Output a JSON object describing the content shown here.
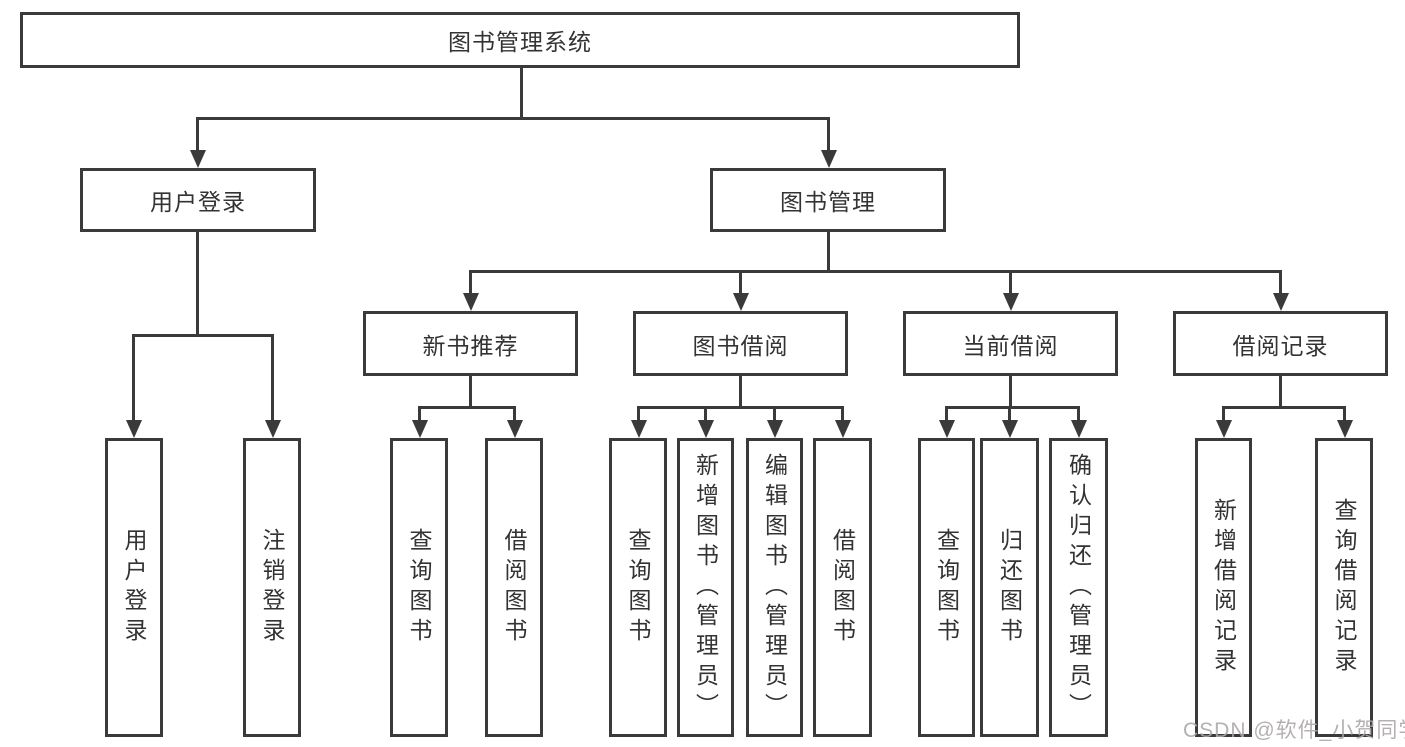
{
  "diagram": {
    "root": {
      "label": "图书管理系统",
      "children": [
        {
          "label": "用户登录",
          "children": [
            {
              "label": "用户登录"
            },
            {
              "label": "注销登录"
            }
          ]
        },
        {
          "label": "图书管理",
          "children": [
            {
              "label": "新书推荐",
              "children": [
                {
                  "label": "查询图书"
                },
                {
                  "label": "借阅图书"
                }
              ]
            },
            {
              "label": "图书借阅",
              "children": [
                {
                  "label": "查询图书"
                },
                {
                  "label": "新增图书（管理员）"
                },
                {
                  "label": "编辑图书（管理员）"
                },
                {
                  "label": "借阅图书"
                }
              ]
            },
            {
              "label": "当前借阅",
              "children": [
                {
                  "label": "查询图书"
                },
                {
                  "label": "归还图书"
                },
                {
                  "label": "确认归还（管理员）"
                }
              ]
            },
            {
              "label": "借阅记录",
              "children": [
                {
                  "label": "新增借阅记录"
                },
                {
                  "label": "查询借阅记录"
                }
              ]
            }
          ]
        }
      ]
    },
    "watermark": "CSDN @软件_小贺同学",
    "colors": {
      "line": "#3a3a3a",
      "text": "#333333",
      "watermark": "#aca9a7",
      "background": "#ffffff"
    }
  }
}
